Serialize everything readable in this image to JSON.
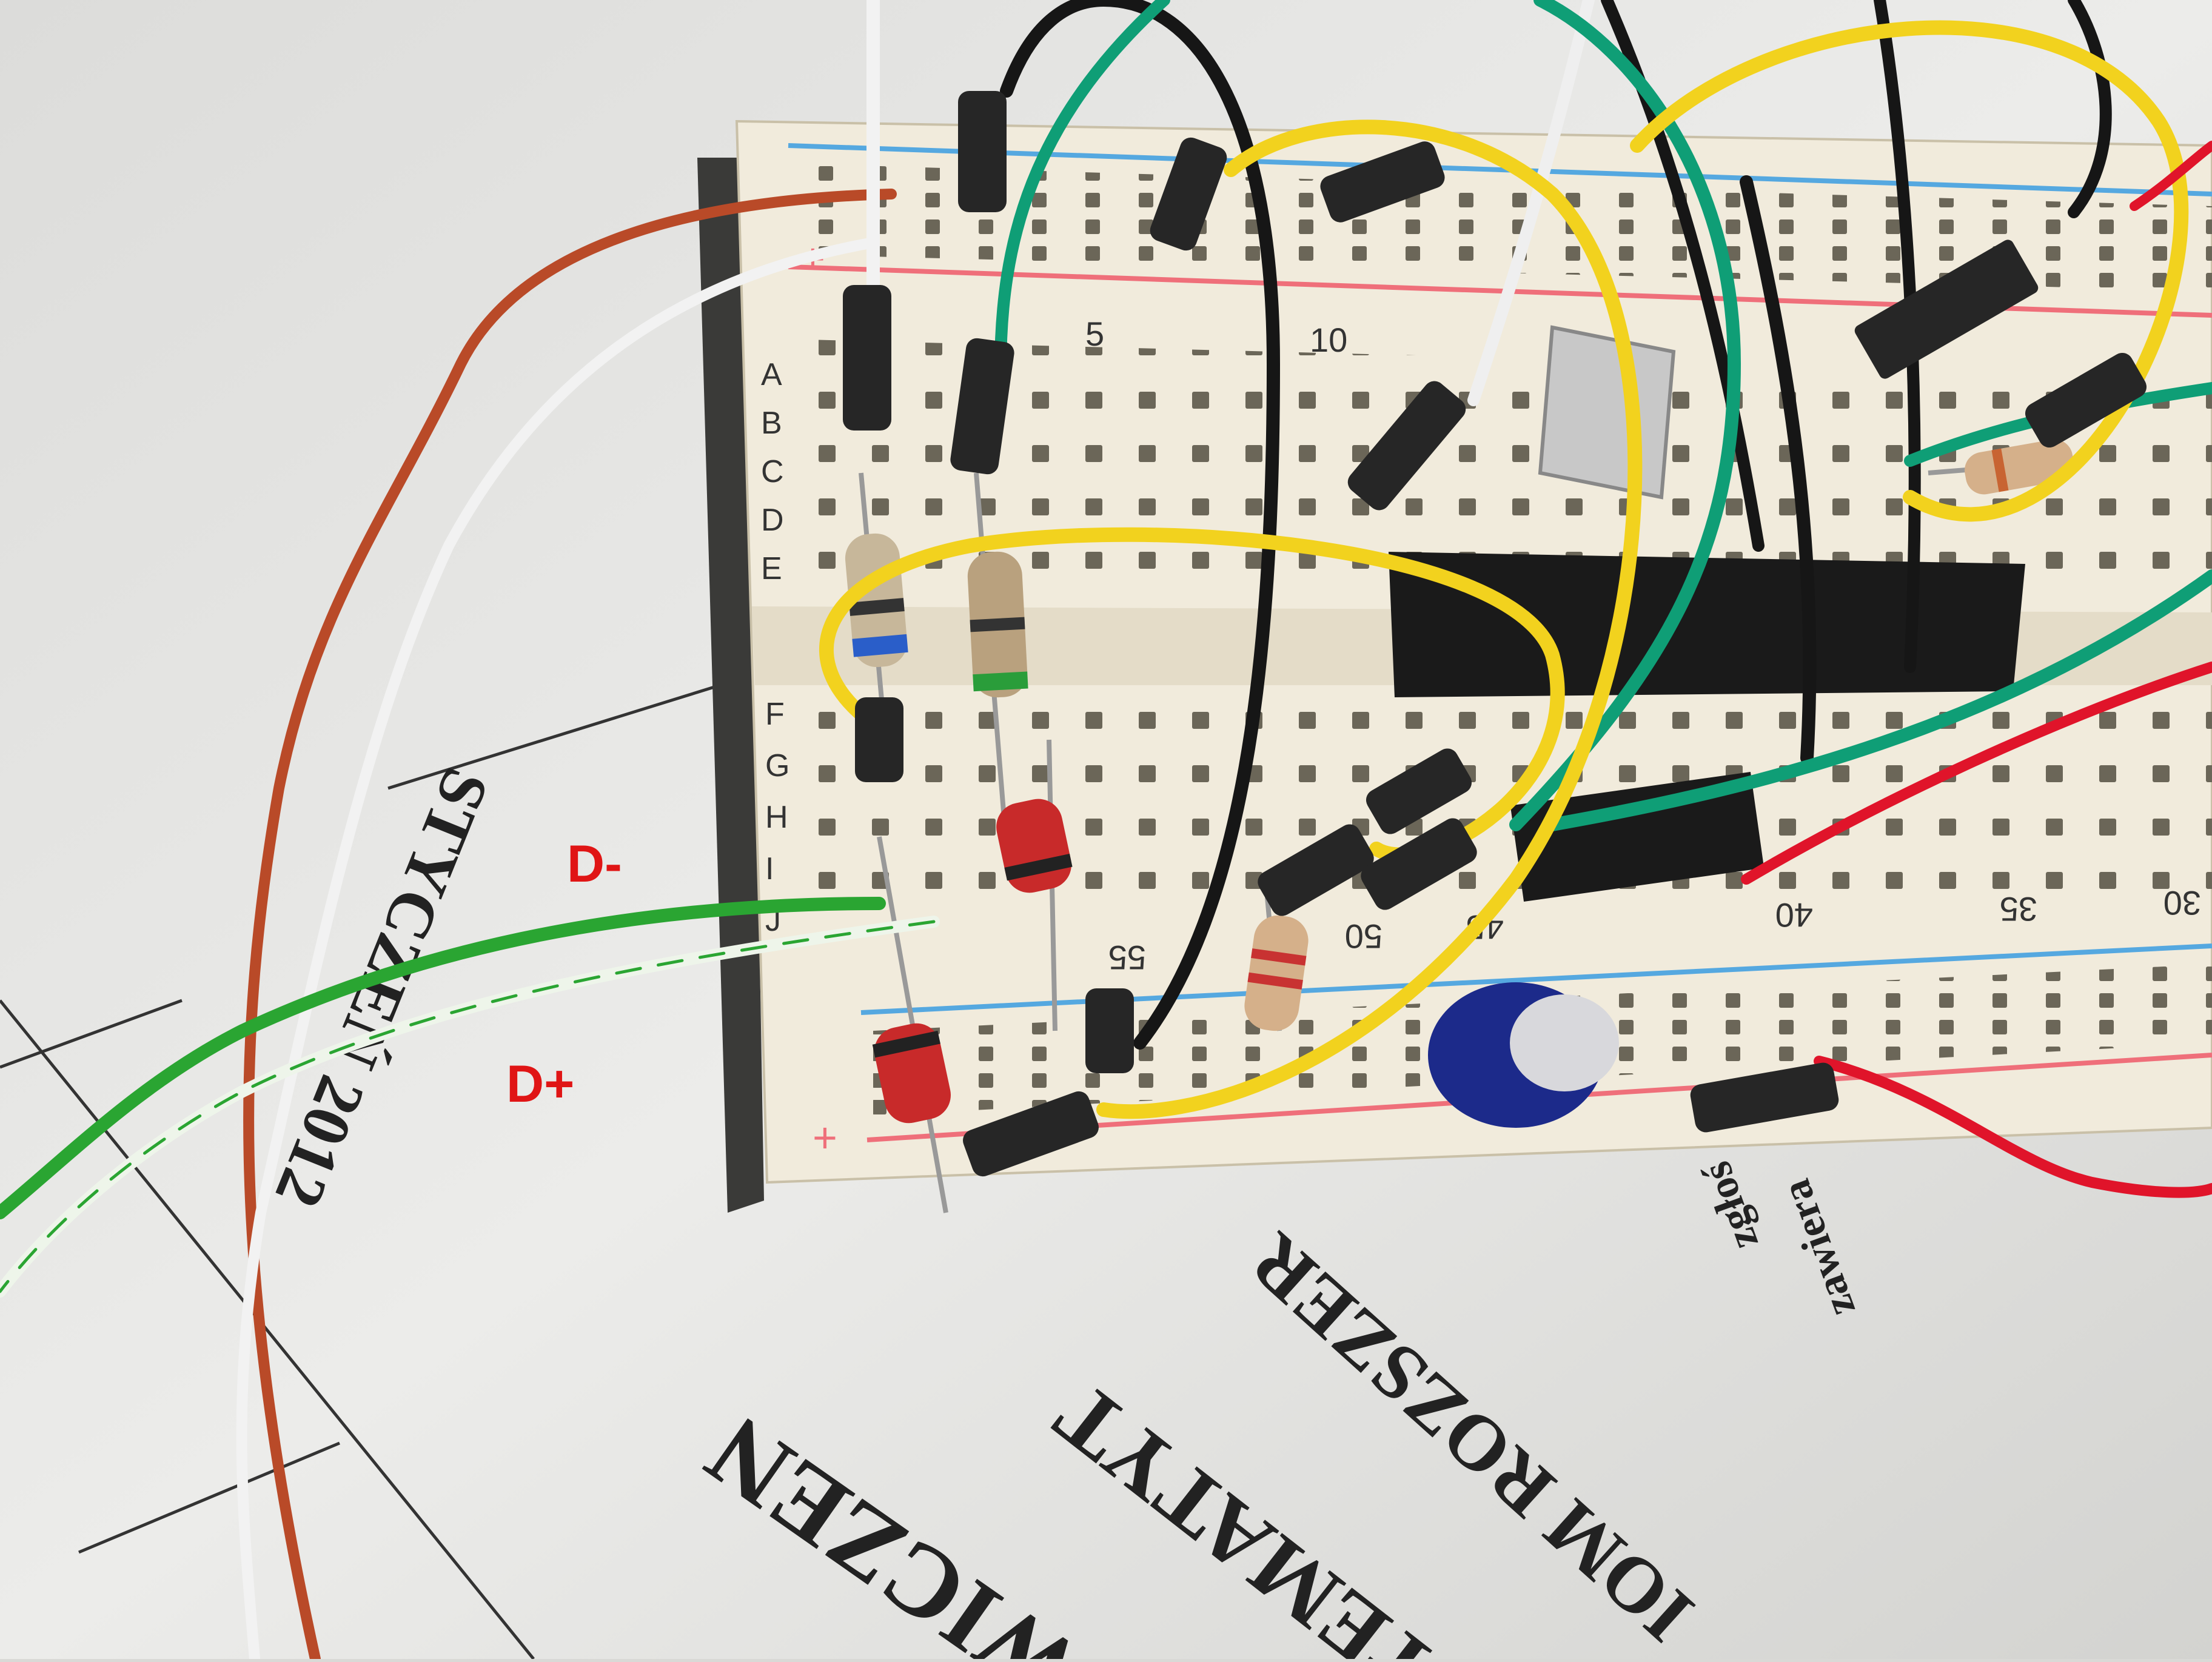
{
  "labels": {
    "d_minus": "D-",
    "d_plus": "D+"
  },
  "breadboard": {
    "rows_top": [
      "A",
      "B",
      "C",
      "D",
      "E"
    ],
    "rows_bottom": [
      "F",
      "G",
      "H",
      "I",
      "J"
    ],
    "col_numbers_top": [
      "5",
      "10"
    ],
    "col_numbers_bottom": [
      "55",
      "50",
      "45",
      "40",
      "35",
      "30"
    ],
    "rail_plus": "+"
  },
  "paper": {
    "line1": "STYCZEŃ 2012",
    "line2": "WICZEN",
    "line3": "TEMATYT",
    "line4": "IOM ROZSZER",
    "line5": "zawiera",
    "line6": "zgłoś"
  },
  "colors": {
    "paper": "#ececea",
    "breadboard": "#f1ebdc",
    "rail_blue": "#55a8e0",
    "rail_red": "#ef6f7a",
    "wire_yellow": "#f2d21e",
    "wire_green": "#0f9e76",
    "wire_usb_green": "#2aa532",
    "wire_black": "#161616",
    "wire_red": "#e0142a",
    "wire_brown": "#b94a28",
    "label_red": "#e01515"
  }
}
